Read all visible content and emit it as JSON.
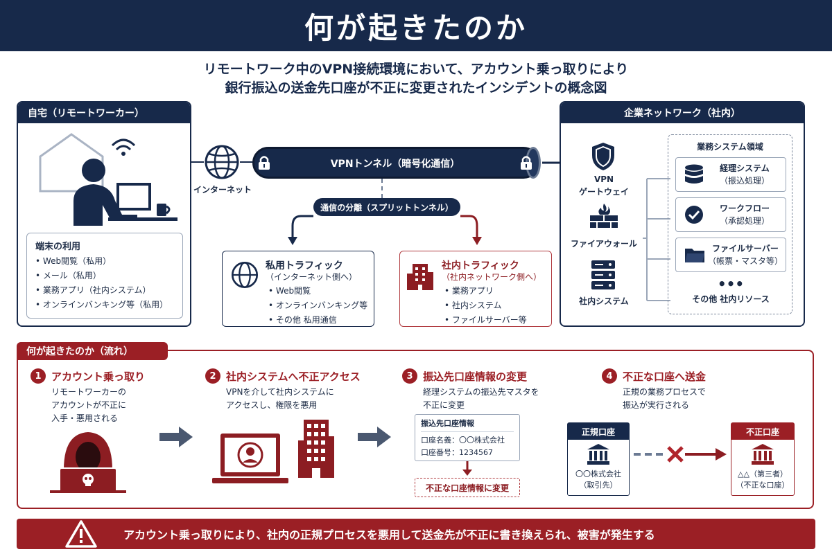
{
  "title": "何が起きたのか",
  "subtitle": {
    "line1": "リモートワーク中のVPN接続環境において、アカウント乗っ取りにより",
    "line2": "銀行振込の送金先口座が不正に変更されたインシデントの概念図"
  },
  "home": {
    "header": "自宅（リモートワーカー）",
    "usage_title": "端末の利用",
    "usage_items": [
      "Web閲覧（私用）",
      "メール（私用）",
      "業務アプリ（社内システム）",
      "オンラインバンキング等（私用）"
    ]
  },
  "internet_label": "インターネット",
  "vpn_tunnel_label": "VPNトンネル（暗号化通信）",
  "split_label": "通信の分離（スプリットトンネル）",
  "private_traffic": {
    "title": "私用トラフィック",
    "subtitle": "（インターネット側へ）",
    "items": [
      "Web閲覧",
      "オンラインバンキング等",
      "その他 私用通信"
    ]
  },
  "corp_traffic": {
    "title": "社内トラフィック",
    "subtitle": "（社内ネットワーク側へ）",
    "items": [
      "業務アプリ",
      "社内システム",
      "ファイルサーバー等"
    ]
  },
  "corp": {
    "header": "企業ネットワーク（社内）",
    "vpn_gateway_line1": "VPN",
    "vpn_gateway_line2": "ゲートウェイ",
    "firewall": "ファイアウォール",
    "internal_system": "社内システム",
    "area_title": "業務システム領域",
    "systems": [
      {
        "name": "経理システム",
        "sub": "（振込処理）"
      },
      {
        "name": "ワークフロー",
        "sub": "（承認処理）"
      },
      {
        "name": "ファイルサーバー",
        "sub": "（帳票・マスタ等）"
      }
    ],
    "other": "その他 社内リソース"
  },
  "flow": {
    "header": "何が起きたのか（流れ）",
    "steps": [
      {
        "num": "1",
        "title": "アカウント乗っ取り",
        "desc": [
          "リモートワーカーの",
          "アカウントが不正に",
          "入手・悪用される"
        ]
      },
      {
        "num": "2",
        "title": "社内システムへ不正アクセス",
        "desc": [
          "VPNを介して社内システムに",
          "アクセスし、権限を悪用"
        ]
      },
      {
        "num": "3",
        "title": "振込先口座情報の変更",
        "desc": [
          "経理システムの振込先マスタを",
          "不正に変更"
        ]
      },
      {
        "num": "4",
        "title": "不正な口座へ送金",
        "desc": [
          "正規の業務プロセスで",
          "振込が実行される"
        ]
      }
    ],
    "account_card": {
      "title": "振込先口座情報",
      "name": "口座名義：〇〇株式会社",
      "number": "口座番号：1234567"
    },
    "changed_label": "不正な口座情報に変更",
    "legit_account": {
      "header": "正規口座",
      "line1": "〇〇株式会社",
      "line2": "（取引先）"
    },
    "fraud_account": {
      "header": "不正口座",
      "line1": "△△（第三者）",
      "line2": "（不正な口座）"
    }
  },
  "warning": "アカウント乗っ取りにより、社内の正規プロセスを悪用して送金先が不正に書き換えられ、被害が発生する",
  "colors": {
    "navy": "#17294a",
    "red": "#9b1f25",
    "gray": "#9aa6b8"
  }
}
